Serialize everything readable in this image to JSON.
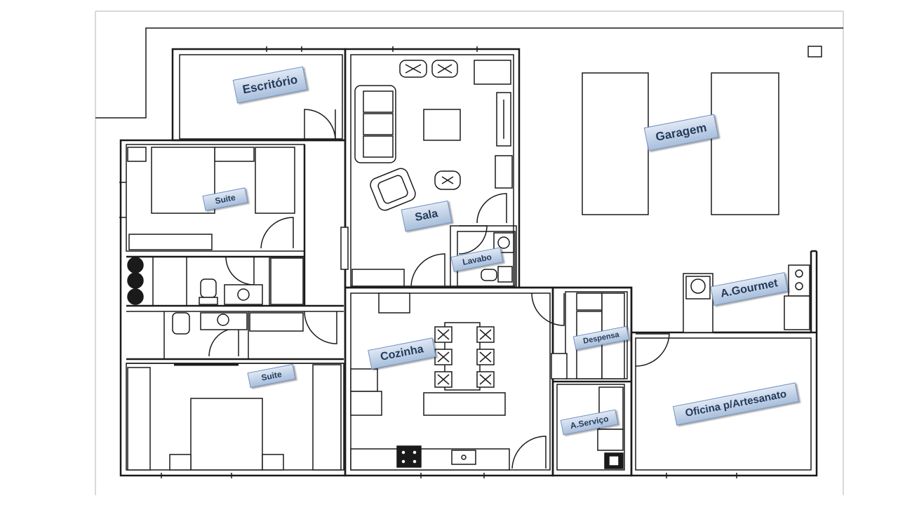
{
  "plan": {
    "rooms": {
      "escritorio": "Escritório",
      "sala": "Sala",
      "garagem": "Garagem",
      "suite_top": "Suite",
      "lavabo": "Lavabo",
      "a_gourmet": "A.Gourmet",
      "cozinha": "Cozinha",
      "despensa": "Despensa",
      "suite_bottom": "Suite",
      "a_servico": "A.Serviço",
      "oficina": "Oficina p/Artesanato"
    },
    "colors": {
      "wall": "#1a1a1a",
      "label_top": "#dfe8f4",
      "label_bottom": "#a9bfdc",
      "label_text": "#243a5a"
    }
  }
}
